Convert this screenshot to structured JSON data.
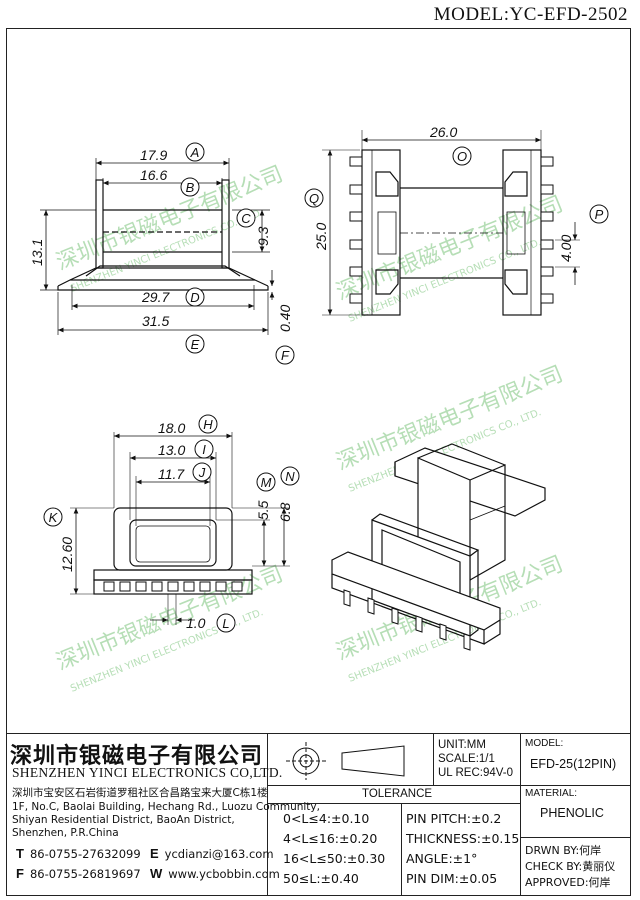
{
  "model_title": "MODEL:YC-EFD-2502",
  "dimensions": {
    "d17_9": "17.9",
    "d16_6": "16.6",
    "d13_1": "13.1",
    "d9_3": "9.3",
    "d29_7": "29.7",
    "d31_5": "31.5",
    "d0_40": "0.40",
    "d26_0": "26.0",
    "d25_0": "25.0",
    "d4_00": "4.00",
    "d18_0": "18.0",
    "d13_0": "13.0",
    "d11_7": "11.7",
    "d5_5": "5.5",
    "d6_8": "6.8",
    "d12_60": "12.60",
    "d1_0": "1.0"
  },
  "labels": {
    "A": "A",
    "B": "B",
    "C": "C",
    "D": "D",
    "E": "E",
    "F": "F",
    "O": "O",
    "P": "P",
    "Q": "Q",
    "H": "H",
    "I": "I",
    "J": "J",
    "K": "K",
    "L": "L",
    "M": "M",
    "N": "N"
  },
  "watermark": {
    "cn": "深圳市银磁电子有限公司",
    "en": "SHENZHEN YINCI ELECTRONICS CO., LTD."
  },
  "company": {
    "cn_name": "深圳市银磁电子有限公司",
    "en_name": "SHENZHEN YINCI ELECTRONICS CO,LTD.",
    "address_cn": "深圳市宝安区石岩街道罗租社区合昌路宝来大厦C栋1楼",
    "address_en_1": "1F, No.C, Baolai Building, Hechang Rd., Luozu Community,",
    "address_en_2": "Shiyan Residential District, BaoAn District,",
    "address_en_3": "Shenzhen, P.R.China",
    "tel_key": "T",
    "tel": "86-0755-27632099",
    "fax_key": "F",
    "fax": "86-0755-26819697",
    "email_key": "E",
    "email": "ycdianzi@163.com",
    "web_key": "W",
    "web": "www.ycbobbin.com"
  },
  "specs": {
    "unit": "UNIT:MM",
    "scale": "SCALE:1/1",
    "ul": "UL REC:94V-0",
    "model_label": "MODEL:",
    "model_value": "EFD-25(12PIN)",
    "material_label": "MATERIAL:",
    "material_value": "PHENOLIC",
    "drawn": "DRWN BY:何岸",
    "check": "CHECK BY:黄丽仪",
    "approved": "APPROVED:何岸"
  },
  "tolerance": {
    "title": "TOLERANCE",
    "row1_left": "0<L≤4:±0.10",
    "row2_left": "4<L≤16:±0.20",
    "row3_left": "16<L≤50:±0.30",
    "row4_left": "50≤L:±0.40",
    "row1_right": "PIN PITCH:±0.2",
    "row2_right": "THICKNESS:±0.15",
    "row3_right": "ANGLE:±1°",
    "row4_right": "PIN DIM:±0.05"
  }
}
